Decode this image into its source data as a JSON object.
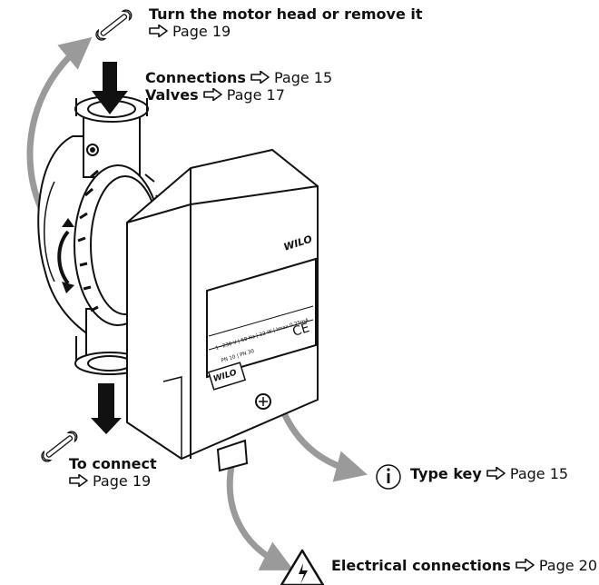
{
  "labels": {
    "motor_head": {
      "title": "Turn the motor head or remove it",
      "page": "Page 19"
    },
    "connections": {
      "title": "Connections",
      "page": "Page 15"
    },
    "valves": {
      "title": "Valves",
      "page": "Page 17"
    },
    "to_connect": {
      "title": "To connect",
      "page": "Page 19"
    },
    "type_key": {
      "title": "Type key",
      "page": "Page 15"
    },
    "electrical": {
      "title": "Electrical connections",
      "page": "Page 20"
    }
  },
  "pump": {
    "brand_top": "WILO",
    "brand_plate": "WILO",
    "rating_line": "1~230 V | 50 Hz | 22 W | Imax 0,25mA",
    "pressure_line": "PN 10  | PN 30",
    "ce_mark": "CE"
  },
  "icons": [
    "wrench-icon",
    "info-icon",
    "electrical-warning-icon",
    "page-arrow-icon"
  ],
  "colors": {
    "ink": "#111111",
    "callout_arrow": "#9a9a9a"
  }
}
